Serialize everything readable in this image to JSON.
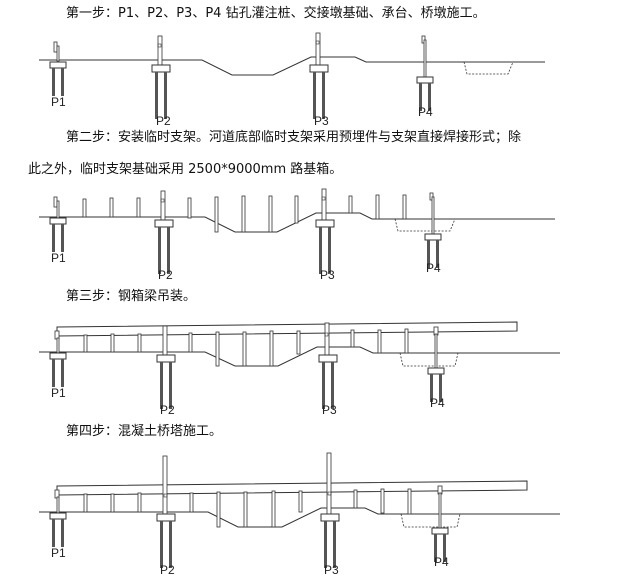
{
  "steps": [
    {
      "id": 1,
      "caption": "第一步：P1、P2、P3、P4 钻孔灌注桩、交接墩基础、承台、桥墩施工。"
    },
    {
      "id": 2,
      "caption_line1": "第二步：安装临时支架。河道底部临时支架采用预埋件与支架直接焊接形式；除",
      "caption_line2": "此之外，临时支架基础采用 2500*9000mm 路基箱。"
    },
    {
      "id": 3,
      "caption": "第三步：钢箱梁吊装。"
    },
    {
      "id": 4,
      "caption": "第四步：混凝土桥塔施工。"
    }
  ],
  "pier_labels": [
    "P1",
    "P2",
    "P3",
    "P4"
  ],
  "colors": {
    "line": "#333333",
    "pile": "#555555",
    "bg": "#ffffff"
  }
}
